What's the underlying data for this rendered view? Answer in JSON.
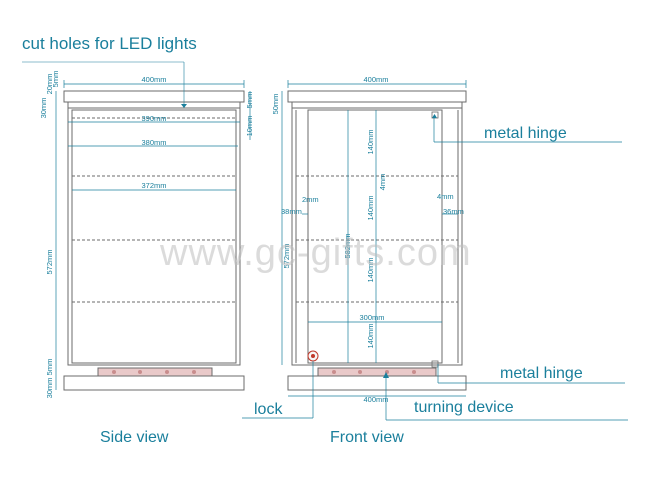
{
  "callouts": {
    "led_holes": "cut holes for LED lights",
    "metal_hinge_top": "metal hinge",
    "metal_hinge_bottom": "metal hinge",
    "lock": "lock",
    "turning_device": "turning device"
  },
  "views": {
    "side": "Side view",
    "front": "Front view"
  },
  "watermark": "www.gc-gifts.com",
  "dims": {
    "side_width": "400mm",
    "side_390": "390mm",
    "side_380": "380mm",
    "side_372": "372mm",
    "side_20": "20mm",
    "side_5_top": "5mm",
    "side_30_top": "30mm",
    "side_5_right": "5mm",
    "side_10_right": "10mm",
    "side_572": "572mm",
    "side_5_bottom": "5mm",
    "side_30_bottom": "30mm",
    "front_width_top": "400mm",
    "front_50": "50mm",
    "front_140_a": "140mm",
    "front_4_center": "4mm",
    "front_2_left": "2mm",
    "front_38_left": "38mm",
    "front_4_right": "4mm",
    "front_36_right": "36mm",
    "front_140_b": "140mm",
    "front_572_left": "572mm",
    "front_582_center": "582mm",
    "front_140_c": "140mm",
    "front_300": "300mm",
    "front_140_d": "140mm",
    "front_width_bottom": "400mm"
  },
  "colors": {
    "line": "#6b6b6b",
    "dim": "#1a7f9c",
    "base_strip": "#e9c9c9"
  }
}
